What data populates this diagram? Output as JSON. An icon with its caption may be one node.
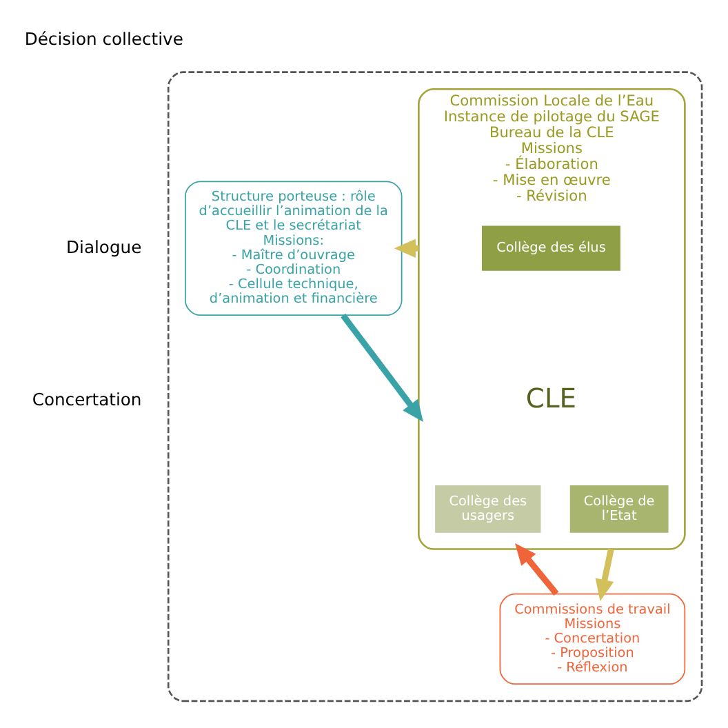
{
  "diagram": {
    "nodes": [
      {
        "text": [],
        "shape": "box"
      },
      {
        "text": [
          "Structure porteuse : rôle d’accueillir l’animation de la CLE et le secrétariat",
          "Missions:",
          "- Maître d’ouvrage",
          "- Coordination",
          "- Cellule technique, d’animation et financière"
        ],
        "in": 0
      },
      {
        "text": [
          "Commission Locale de l’Eau Instance de pilotage du SAGE",
          "Bureau de la CLE",
          "Missions",
          "- Élaboration",
          "- Mise en œuvre",
          "- Révision"
        ],
        "in": 0
      },
      {
        "text": [
          "Collège des élus"
        ],
        "in": 2
      },
      {
        "text": [
          "CLE"
        ],
        "in": 2
      },
      {
        "text": [
          "Collège des usagers"
        ],
        "in": 2
      },
      {
        "text": [
          "Collège de l’Etat"
        ],
        "in": 2
      },
      {
        "text": [
          "Commissions de travail",
          "Missions",
          "- Concertation",
          "- Proposition",
          "- Réflexion"
        ],
        "in": 0
      }
    ],
    "edges": [
      {
        "from": 2,
        "to": 1,
        "arrow": "to",
        "color": "#d4c05a"
      },
      {
        "from": 1,
        "to": 2,
        "arrow": "to",
        "color": "#3aa3a8"
      },
      {
        "from": 2,
        "to": 7,
        "arrow": "to",
        "color": "#d4c05a"
      },
      {
        "from": 7,
        "to": 2,
        "arrow": "to",
        "color": "#f0643a"
      }
    ],
    "labels": [
      "Décision collective",
      "Dialogue",
      "Concertation"
    ]
  }
}
